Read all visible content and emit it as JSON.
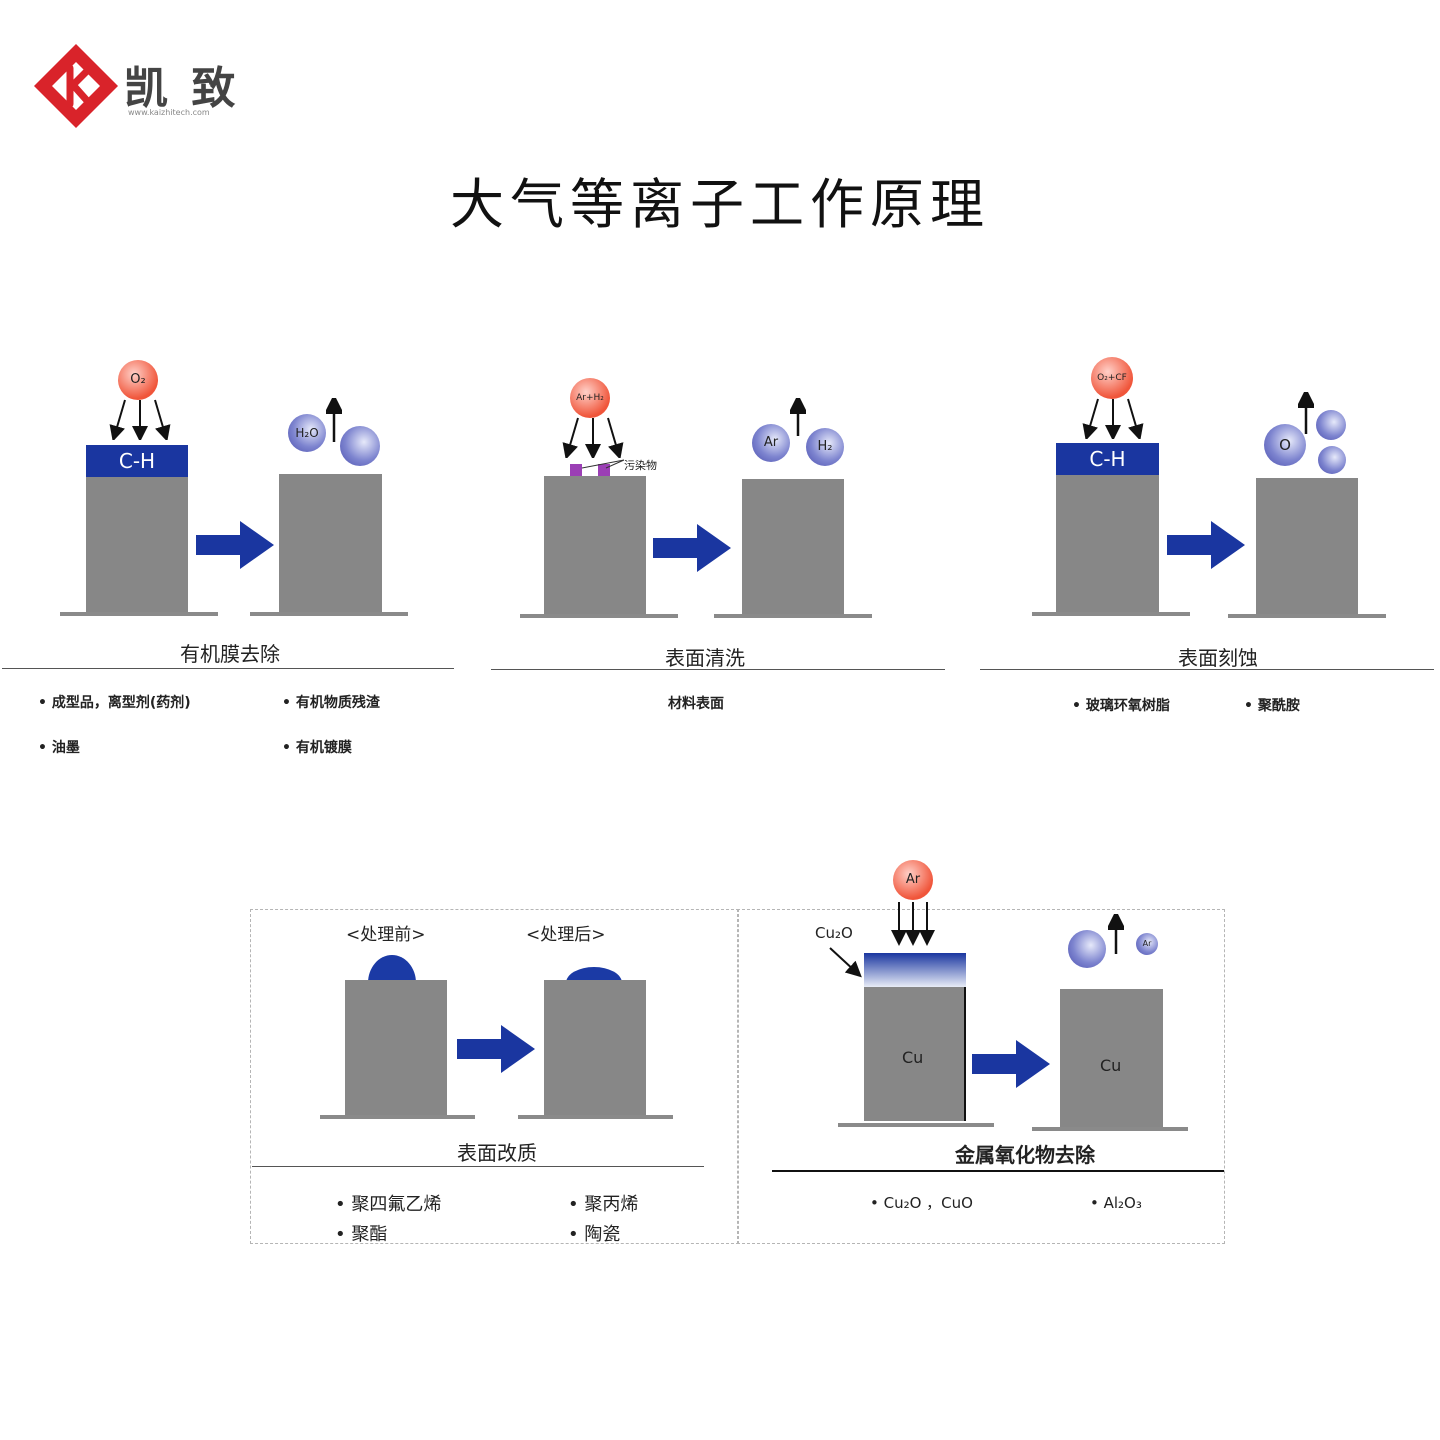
{
  "brand": {
    "name": "凯 致",
    "url": "www.kaizhitech.com"
  },
  "title": "大气等离子工作原理",
  "panel1": {
    "ion": "O₂",
    "film": "C-H",
    "products": [
      "H₂O"
    ],
    "label": "有机膜去除",
    "bullets": [
      "• 成型品，离型剂(药剂)",
      "• 有机物质残渣",
      "• 油墨",
      "• 有机镀膜"
    ]
  },
  "panel2": {
    "ion": "Ar+H₂",
    "contaminant": "污染物",
    "products": [
      "Ar",
      "H₂"
    ],
    "label": "表面清洗",
    "bullets": [
      "材料表面"
    ]
  },
  "panel3": {
    "ion": "O₂+CF",
    "film": "C-H",
    "products": [
      "O"
    ],
    "label": "表面刻蚀",
    "bullets": [
      "• 玻璃环氧树脂",
      "• 聚酰胺"
    ]
  },
  "panel4": {
    "before": "<处理前>",
    "after": "<处理后>",
    "label": "表面改质",
    "bullets": [
      "• 聚四氟乙烯",
      "• 聚丙烯",
      "• 聚酯",
      "• 陶瓷"
    ]
  },
  "panel5": {
    "ion": "Ar",
    "oxide_label": "Cu₂O",
    "metal": "Cu",
    "products": [
      "Ar"
    ],
    "label": "金属氧化物去除",
    "bullets": [
      "• Cu₂O ，CuO",
      "• Al₂O₃"
    ]
  },
  "colors": {
    "film": "#1a36a0",
    "arrow": "#1a36a0",
    "block": "#878787",
    "ion": "#f0553a",
    "product": "#6b70c4"
  },
  "icons": [
    "kaizhi-logo-icon",
    "process-arrow-icon",
    "down-arrow-icon",
    "up-arrow-icon"
  ]
}
